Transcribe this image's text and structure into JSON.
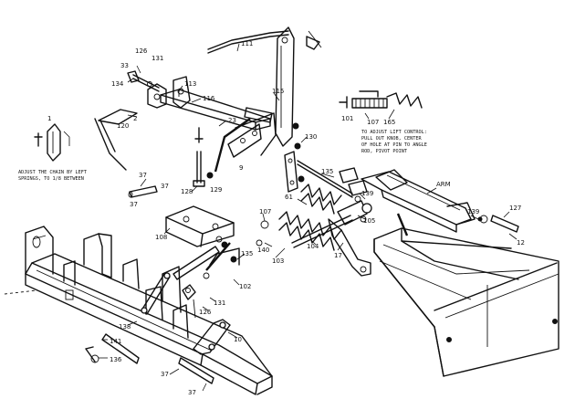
{
  "labels": {
    "l111": "111",
    "l126a": "126",
    "l131a": "131",
    "l33": "33",
    "l134": "134",
    "l113": "113",
    "l116": "116",
    "l2": "2",
    "l120": "120",
    "l23": "23",
    "l115": "115",
    "l130": "130",
    "l9": "9",
    "l128": "128",
    "l129": "129",
    "l37a": "37",
    "l37b": "37",
    "l37c": "37",
    "l37d": "37",
    "l37e": "37",
    "l108": "108",
    "l107": "107",
    "l61": "61",
    "l135a": "135",
    "l139a": "139",
    "l139b": "139",
    "l105": "105",
    "l104": "104",
    "l103": "103",
    "l140": "140",
    "l17": "17",
    "l102": "102",
    "l135b": "135",
    "l131b": "131",
    "l126b": "126",
    "l138": "138",
    "l10": "10",
    "l12": "12",
    "l127": "127",
    "l136": "136",
    "l141": "141",
    "l101": "101",
    "l165": "165",
    "l1": "1"
  },
  "notes": {
    "left_line1": "ADJUST THE CHAIN BY LEFT",
    "left_line2": "SPRINGS, TO 1/8 BETWEEN",
    "right_line1": "TO ADJUST LIFT CONTROL:",
    "right_line2": "PULL OUT KNOB, CENTER",
    "right_line3": "OF HOLE AT PIN TO ANGLE",
    "right_line4": "ROD, PIVOT POINT"
  },
  "callouts": {
    "detail": "107",
    "arm_label": "ARM"
  }
}
